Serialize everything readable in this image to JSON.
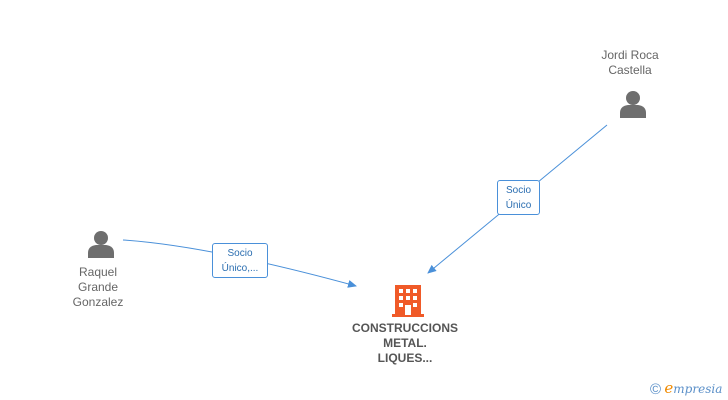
{
  "colors": {
    "edge": "#4a90d9",
    "person": "#6e6e6e",
    "company": "#f05a28",
    "text": "#666666"
  },
  "people": [
    {
      "name_lines": [
        "Jordi Roca",
        "Castella"
      ],
      "icon": "person-icon"
    },
    {
      "name_lines": [
        "Raquel",
        "Grande",
        "Gonzalez"
      ],
      "icon": "person-icon"
    }
  ],
  "company": {
    "name_lines": [
      "CONSTRUCCIONS",
      "METAL.",
      "LIQUES..."
    ],
    "icon": "building-icon"
  },
  "edges": [
    {
      "label_lines": [
        "Socio",
        "Único"
      ]
    },
    {
      "label_lines": [
        "Socio",
        "Único,..."
      ]
    }
  ],
  "watermark": {
    "symbol": "©",
    "brand_initial": "e",
    "brand_rest": "mpresia"
  }
}
